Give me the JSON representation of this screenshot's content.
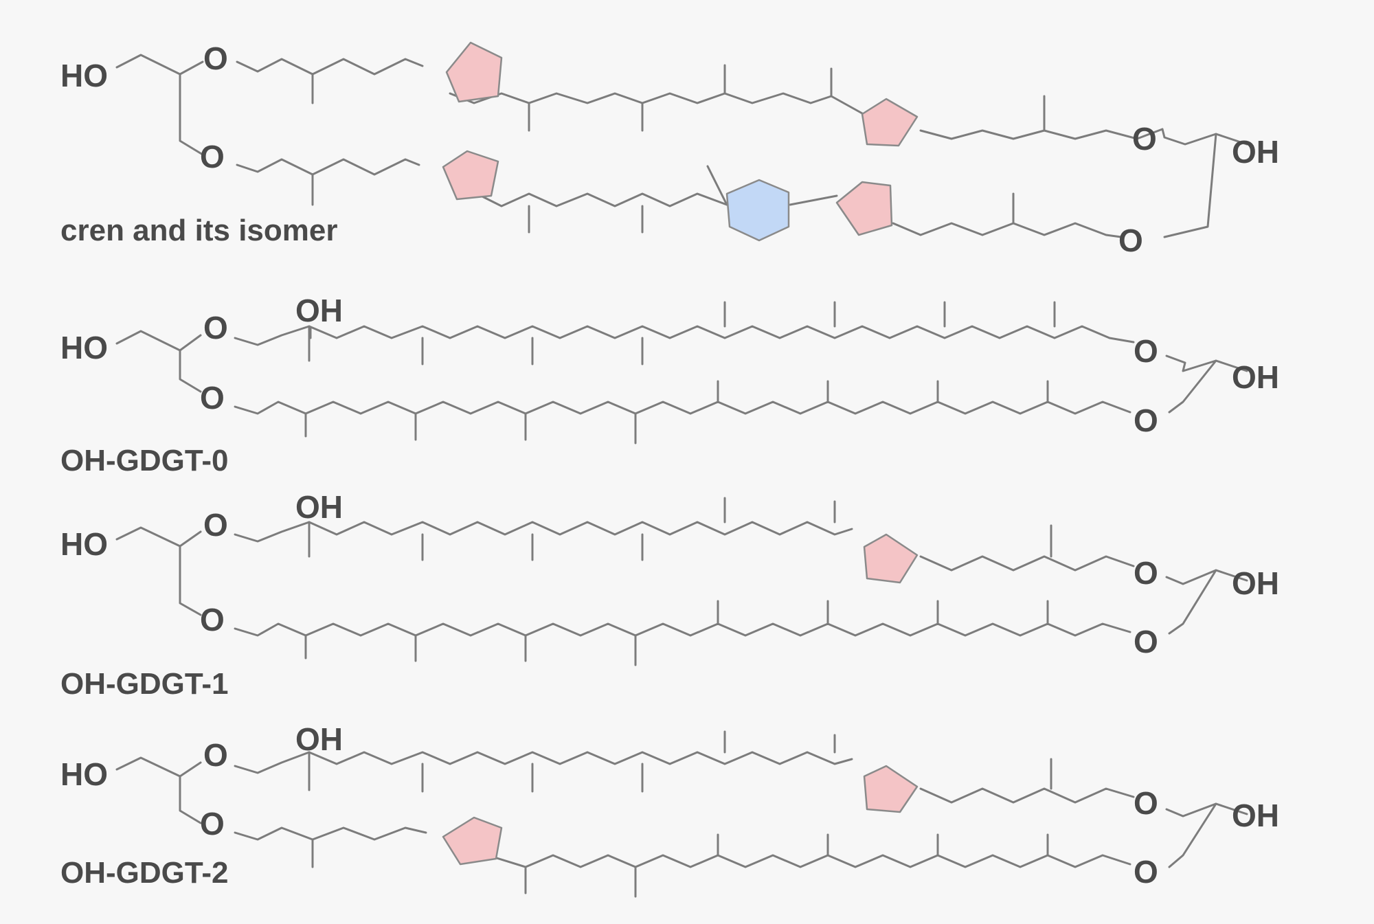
{
  "figure": {
    "atoms": {
      "ho": "HO",
      "o": "O",
      "oh": "OH"
    },
    "compounds": [
      {
        "name": "cren and its isomer"
      },
      {
        "name": "OH-GDGT-0"
      },
      {
        "name": "OH-GDGT-1"
      },
      {
        "name": "OH-GDGT-2"
      }
    ]
  },
  "colors": {
    "background": "#f7f7f7",
    "bond": "#7c7c7c",
    "cyclopentane_fill": "#f4c4c6",
    "cyclohexane_fill": "#c2d8f6",
    "text": "#4a4a4a"
  }
}
